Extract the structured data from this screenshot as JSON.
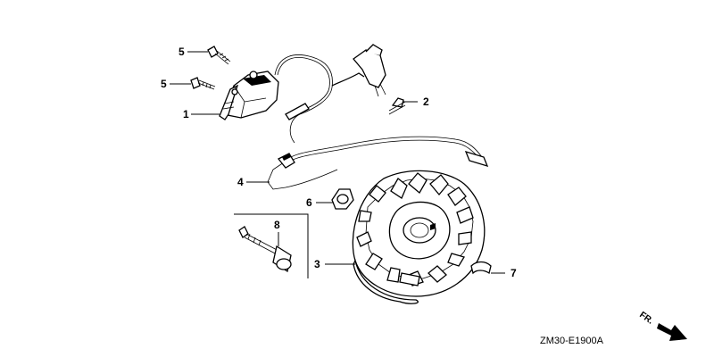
{
  "callouts": [
    {
      "id": "1",
      "text": "1"
    },
    {
      "id": "2",
      "text": "2"
    },
    {
      "id": "3",
      "text": "3"
    },
    {
      "id": "4",
      "text": "4"
    },
    {
      "id": "5a",
      "text": "5"
    },
    {
      "id": "5b",
      "text": "5"
    },
    {
      "id": "6",
      "text": "6"
    },
    {
      "id": "7",
      "text": "7"
    },
    {
      "id": "8",
      "text": "8"
    }
  ],
  "diagram_code": "ZM30-E1900A",
  "direction_label": "FR."
}
